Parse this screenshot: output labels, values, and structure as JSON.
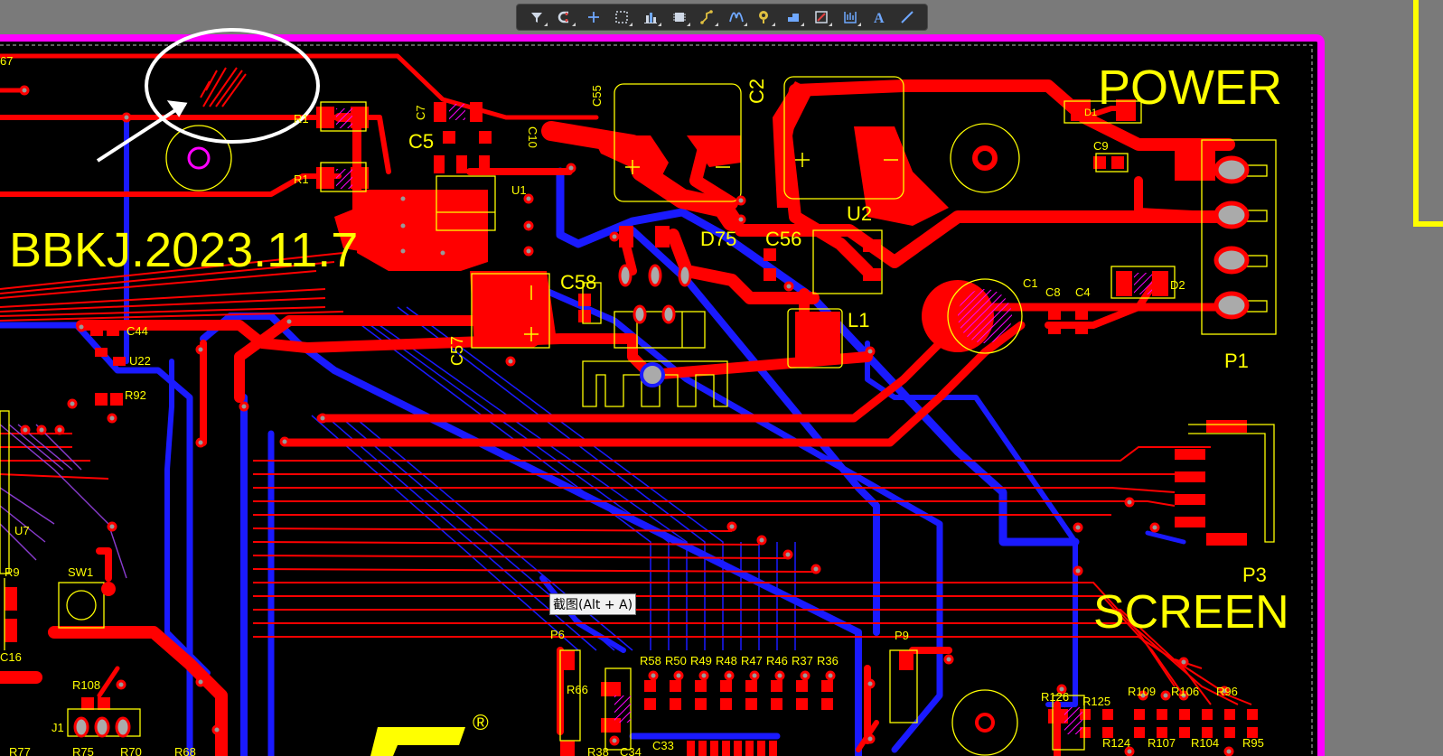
{
  "toolbar": {
    "buttons": [
      {
        "icon": "filter-icon"
      },
      {
        "icon": "magnet-snap-icon"
      },
      {
        "icon": "crosshair-add-icon"
      },
      {
        "icon": "select-rectangle-icon"
      },
      {
        "icon": "align-distribute-icon"
      },
      {
        "icon": "component-place-icon"
      },
      {
        "icon": "route-track-icon"
      },
      {
        "icon": "interactive-diff-pair-icon"
      },
      {
        "icon": "via-place-icon"
      },
      {
        "icon": "polygon-pour-icon"
      },
      {
        "icon": "region-edit-icon"
      },
      {
        "icon": "dimension-icon"
      },
      {
        "icon": "string-text-icon",
        "label": "A"
      },
      {
        "icon": "line-draw-icon"
      }
    ]
  },
  "board": {
    "title_text": "BBKJ.2023.11.7",
    "section_power": "POWER",
    "section_screen": "SCREEN",
    "registered_mark": "®"
  },
  "designators": {
    "u1": "U1",
    "u2": "U2",
    "u7": "U7",
    "u22": "U22",
    "c2": "C2",
    "c5": "C5",
    "c7": "C7",
    "c10": "C10",
    "c55": "C55",
    "c56": "C56",
    "c57": "C57",
    "c58": "C58",
    "c1": "C1",
    "c8": "C8",
    "c4": "C4",
    "c9": "C9",
    "c44": "C44",
    "c16": "C16",
    "c33": "C33",
    "c34": "C34",
    "d1": "D1",
    "d2": "D2",
    "d75": "D75",
    "l1": "L1",
    "p1": "P1",
    "p3": "P3",
    "p6": "P6",
    "p9": "P9",
    "r1": "R1",
    "r9": "R9",
    "r92": "R92",
    "r108": "R108",
    "r66": "R66",
    "r75": "R75",
    "r70": "R70",
    "r68": "R68",
    "r77": "R77",
    "r38": "R38",
    "sw1": "SW1",
    "j1": "J1",
    "r67": "67",
    "r58": "R58",
    "r50": "R50",
    "r49": "R49",
    "r48": "R48",
    "r47": "R47",
    "r46": "R46",
    "r37": "R37",
    "r36": "R36",
    "r126": "R126",
    "r125": "R125",
    "r124": "R124",
    "r109": "R109",
    "r107": "R107",
    "r106": "R106",
    "r104": "R104",
    "r96": "R96",
    "r95": "R95"
  },
  "tooltip": {
    "text": "截图(Alt + A)"
  },
  "colors": {
    "workspace": "#7a7a7a",
    "board": "#000000",
    "outline": "#ff00ff",
    "top_layer": "#ff0000",
    "bottom_layer": "#1a1aff",
    "silkscreen": "#ffff00",
    "pad": "#aaaaaa"
  }
}
